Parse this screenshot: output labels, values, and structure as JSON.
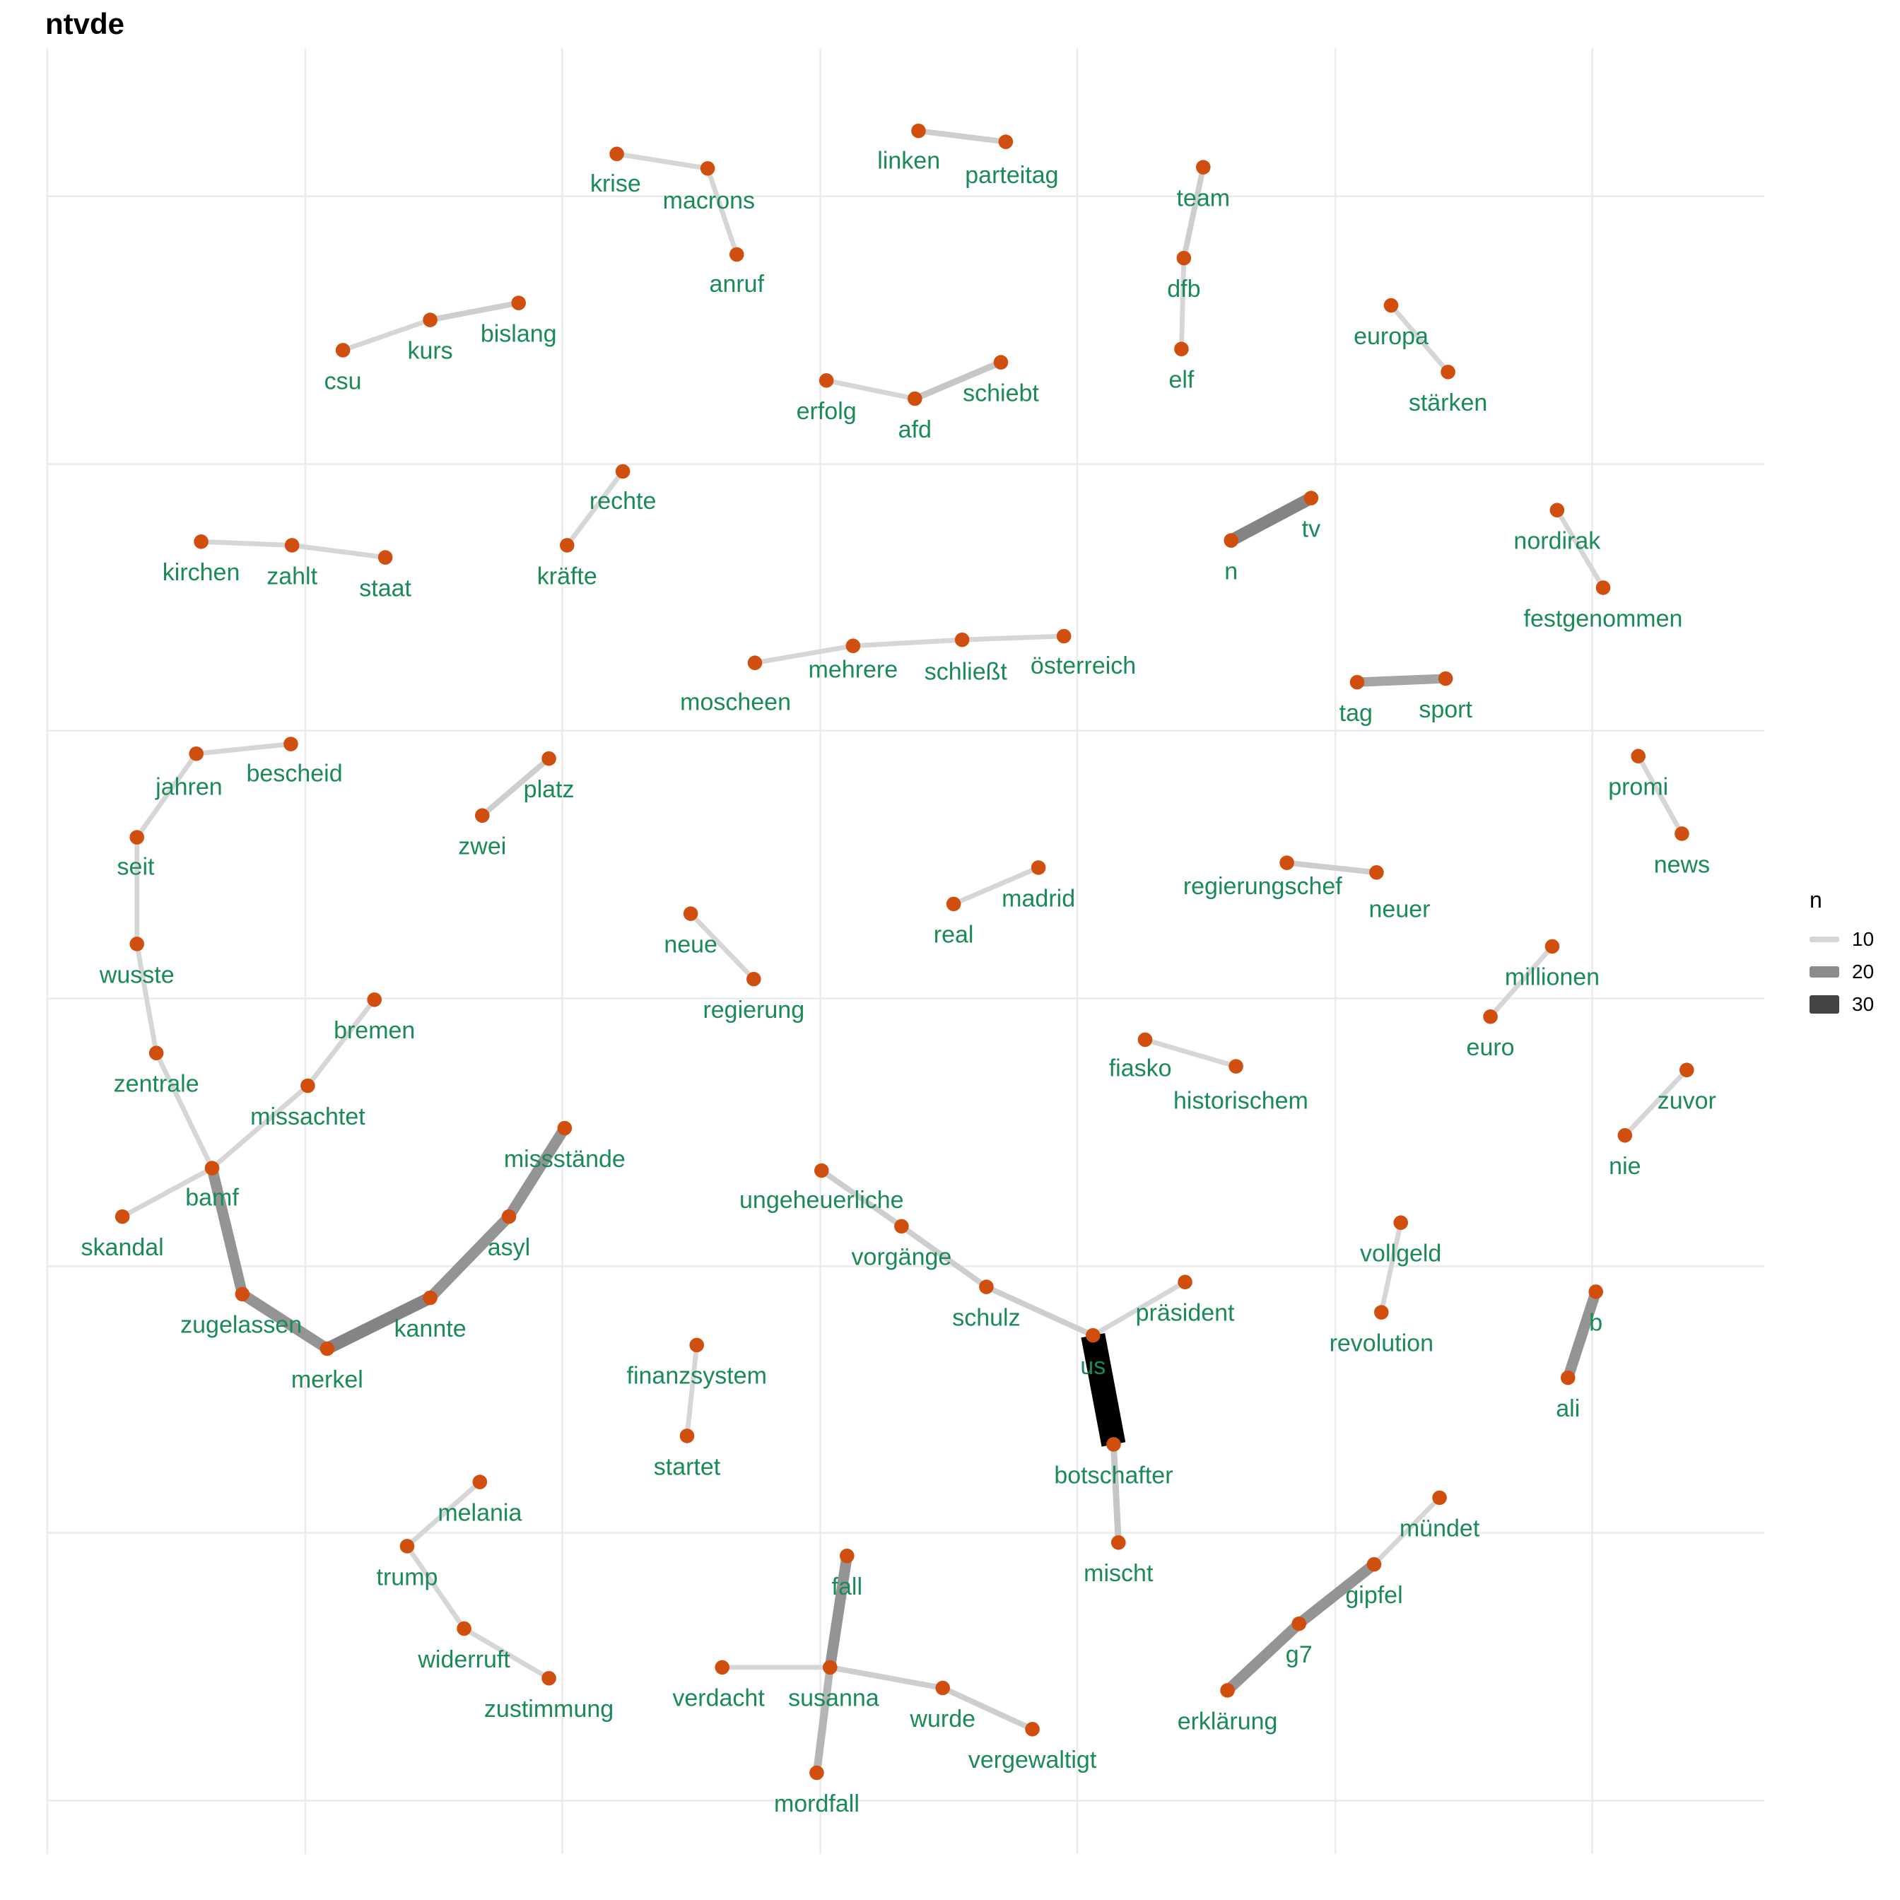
{
  "title": "ntvde",
  "colors": {
    "node": "#d04f0f",
    "label": "#1a8a57",
    "edge_10": "#d6d6d6",
    "edge_20": "#8c8c8c",
    "edge_30": "#000000"
  },
  "legend": {
    "title": "n",
    "items": [
      {
        "label": "10",
        "color": "#d6d6d6"
      },
      {
        "label": "20",
        "color": "#8c8c8c"
      },
      {
        "label": "30",
        "color": "#444444"
      }
    ]
  },
  "chart_data": {
    "type": "network",
    "title": "ntvde",
    "nodes": [
      "krise",
      "macrons",
      "anruf",
      "linken",
      "parteitag",
      "team",
      "dfb",
      "elf",
      "csu",
      "kurs",
      "bislang",
      "erfolg",
      "afd",
      "schiebt",
      "europa",
      "stärken",
      "kirchen",
      "zahlt",
      "staat",
      "rechte",
      "kräfte",
      "n",
      "tv",
      "nordirak",
      "festgenommen",
      "moscheen",
      "mehrere",
      "schließt",
      "österreich",
      "tag",
      "sport",
      "jahren",
      "bescheid",
      "seit",
      "wusste",
      "zentrale",
      "bamf",
      "skandal",
      "zugelassen",
      "merkel",
      "kannte",
      "asyl",
      "missstände",
      "missachtet",
      "bremen",
      "platz",
      "zwei",
      "neue",
      "regierung",
      "real",
      "madrid",
      "regierungschef",
      "neuer",
      "promi",
      "news",
      "millionen",
      "euro",
      "fiasko",
      "historischem",
      "zuvor",
      "nie",
      "ungeheuerliche",
      "vorgänge",
      "schulz",
      "us",
      "präsident",
      "botschafter",
      "mischt",
      "vollgeld",
      "revolution",
      "b",
      "ali",
      "finanzsystem",
      "startet",
      "melania",
      "trump",
      "widerruft",
      "zustimmung",
      "fall",
      "susanna",
      "verdacht",
      "wurde",
      "vergewaltigt",
      "mordfall",
      "mündet",
      "gipfel",
      "g7",
      "erklärung"
    ],
    "edges": [
      {
        "from": "krise",
        "to": "macrons",
        "n": 10
      },
      {
        "from": "macrons",
        "to": "anruf",
        "n": 10
      },
      {
        "from": "linken",
        "to": "parteitag",
        "n": 11
      },
      {
        "from": "team",
        "to": "dfb",
        "n": 11
      },
      {
        "from": "dfb",
        "to": "elf",
        "n": 10
      },
      {
        "from": "csu",
        "to": "kurs",
        "n": 10
      },
      {
        "from": "kurs",
        "to": "bislang",
        "n": 11
      },
      {
        "from": "erfolg",
        "to": "afd",
        "n": 10
      },
      {
        "from": "afd",
        "to": "schiebt",
        "n": 12
      },
      {
        "from": "europa",
        "to": "stärken",
        "n": 10
      },
      {
        "from": "kirchen",
        "to": "zahlt",
        "n": 10
      },
      {
        "from": "zahlt",
        "to": "staat",
        "n": 10
      },
      {
        "from": "rechte",
        "to": "kräfte",
        "n": 10
      },
      {
        "from": "n",
        "to": "tv",
        "n": 20
      },
      {
        "from": "nordirak",
        "to": "festgenommen",
        "n": 10
      },
      {
        "from": "moscheen",
        "to": "mehrere",
        "n": 10
      },
      {
        "from": "mehrere",
        "to": "schließt",
        "n": 10
      },
      {
        "from": "schließt",
        "to": "österreich",
        "n": 10
      },
      {
        "from": "tag",
        "to": "sport",
        "n": 16
      },
      {
        "from": "jahren",
        "to": "bescheid",
        "n": 10
      },
      {
        "from": "seit",
        "to": "jahren",
        "n": 10
      },
      {
        "from": "seit",
        "to": "wusste",
        "n": 10
      },
      {
        "from": "wusste",
        "to": "zentrale",
        "n": 10
      },
      {
        "from": "zentrale",
        "to": "bamf",
        "n": 10
      },
      {
        "from": "skandal",
        "to": "bamf",
        "n": 10
      },
      {
        "from": "missachtet",
        "to": "bamf",
        "n": 10
      },
      {
        "from": "bremen",
        "to": "missachtet",
        "n": 10
      },
      {
        "from": "bamf",
        "to": "zugelassen",
        "n": 18
      },
      {
        "from": "zugelassen",
        "to": "merkel",
        "n": 18
      },
      {
        "from": "merkel",
        "to": "kannte",
        "n": 20
      },
      {
        "from": "kannte",
        "to": "asyl",
        "n": 18
      },
      {
        "from": "asyl",
        "to": "missstände",
        "n": 18
      },
      {
        "from": "zwei",
        "to": "platz",
        "n": 11
      },
      {
        "from": "neue",
        "to": "regierung",
        "n": 10
      },
      {
        "from": "real",
        "to": "madrid",
        "n": 10
      },
      {
        "from": "regierungschef",
        "to": "neuer",
        "n": 11
      },
      {
        "from": "promi",
        "to": "news",
        "n": 10
      },
      {
        "from": "euro",
        "to": "millionen",
        "n": 10
      },
      {
        "from": "fiasko",
        "to": "historischem",
        "n": 10
      },
      {
        "from": "nie",
        "to": "zuvor",
        "n": 10
      },
      {
        "from": "ungeheuerliche",
        "to": "vorgänge",
        "n": 11
      },
      {
        "from": "vorgänge",
        "to": "schulz",
        "n": 11
      },
      {
        "from": "schulz",
        "to": "us",
        "n": 11
      },
      {
        "from": "präsident",
        "to": "us",
        "n": 10
      },
      {
        "from": "us",
        "to": "botschafter",
        "n": 36
      },
      {
        "from": "botschafter",
        "to": "mischt",
        "n": 12
      },
      {
        "from": "vollgeld",
        "to": "revolution",
        "n": 10
      },
      {
        "from": "b",
        "to": "ali",
        "n": 18
      },
      {
        "from": "finanzsystem",
        "to": "startet",
        "n": 10
      },
      {
        "from": "melania",
        "to": "trump",
        "n": 10
      },
      {
        "from": "trump",
        "to": "widerruft",
        "n": 10
      },
      {
        "from": "widerruft",
        "to": "zustimmung",
        "n": 10
      },
      {
        "from": "fall",
        "to": "susanna",
        "n": 18
      },
      {
        "from": "verdacht",
        "to": "susanna",
        "n": 10
      },
      {
        "from": "susanna",
        "to": "wurde",
        "n": 11
      },
      {
        "from": "wurde",
        "to": "vergewaltigt",
        "n": 11
      },
      {
        "from": "susanna",
        "to": "mordfall",
        "n": 14
      },
      {
        "from": "mündet",
        "to": "gipfel",
        "n": 10
      },
      {
        "from": "gipfel",
        "to": "g7",
        "n": 18
      },
      {
        "from": "g7",
        "to": "erklärung",
        "n": 18
      }
    ],
    "grid": true,
    "legend_placement": "right"
  }
}
